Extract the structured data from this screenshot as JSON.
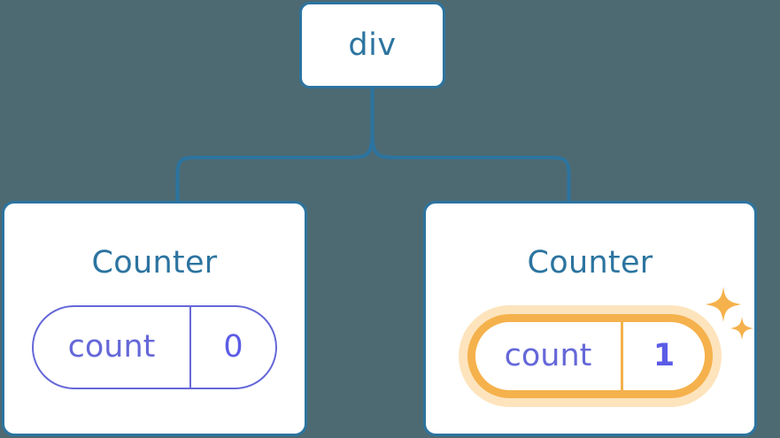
{
  "diagram": {
    "type": "component-tree",
    "background_color": "#4d6a73",
    "node_border_color": "#2c74a0",
    "connector_color": "#2c74a0",
    "state_color": "#6568d8",
    "highlight_color": "#f5b14c",
    "highlight_glow_color": "#fde4bd"
  },
  "root": {
    "label": "div"
  },
  "children": [
    {
      "title": "Counter",
      "state": {
        "key": "count",
        "value": "0"
      },
      "highlighted": false
    },
    {
      "title": "Counter",
      "state": {
        "key": "count",
        "value": "1"
      },
      "highlighted": true,
      "sparkle_large": "sparkle-icon",
      "sparkle_small": "sparkle-icon"
    }
  ]
}
